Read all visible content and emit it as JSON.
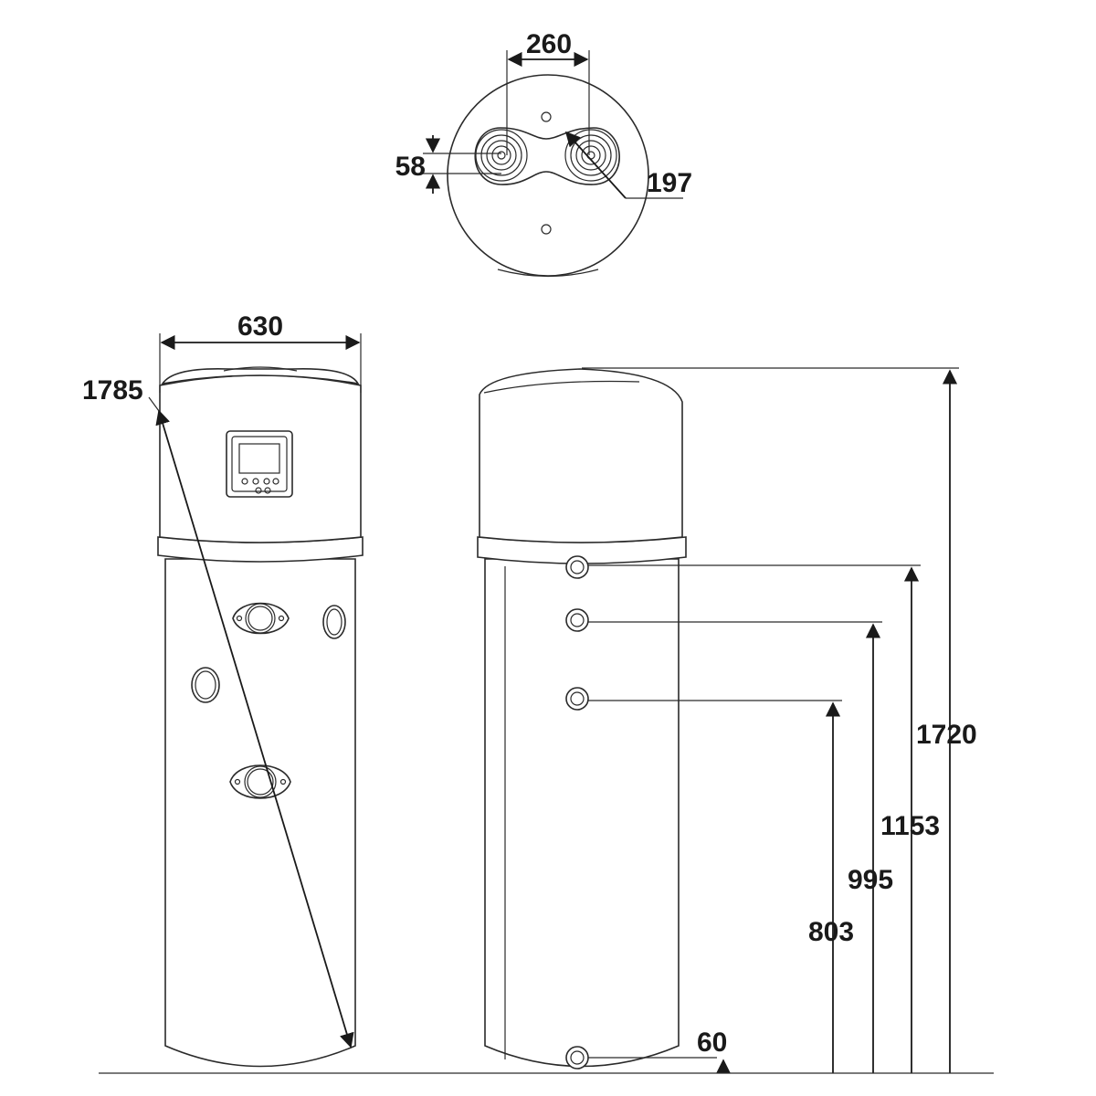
{
  "labels": {
    "top_spacing": "260",
    "top_offset": "58",
    "top_diameter": "197",
    "width": "630",
    "diagonal": "1785",
    "height_total": "1720",
    "height_outlet_1": "1153",
    "height_outlet_2": "995",
    "height_outlet_3": "803",
    "height_bottom": "60"
  },
  "colors": {
    "line": "#1a1a1a",
    "background": "#ffffff"
  }
}
